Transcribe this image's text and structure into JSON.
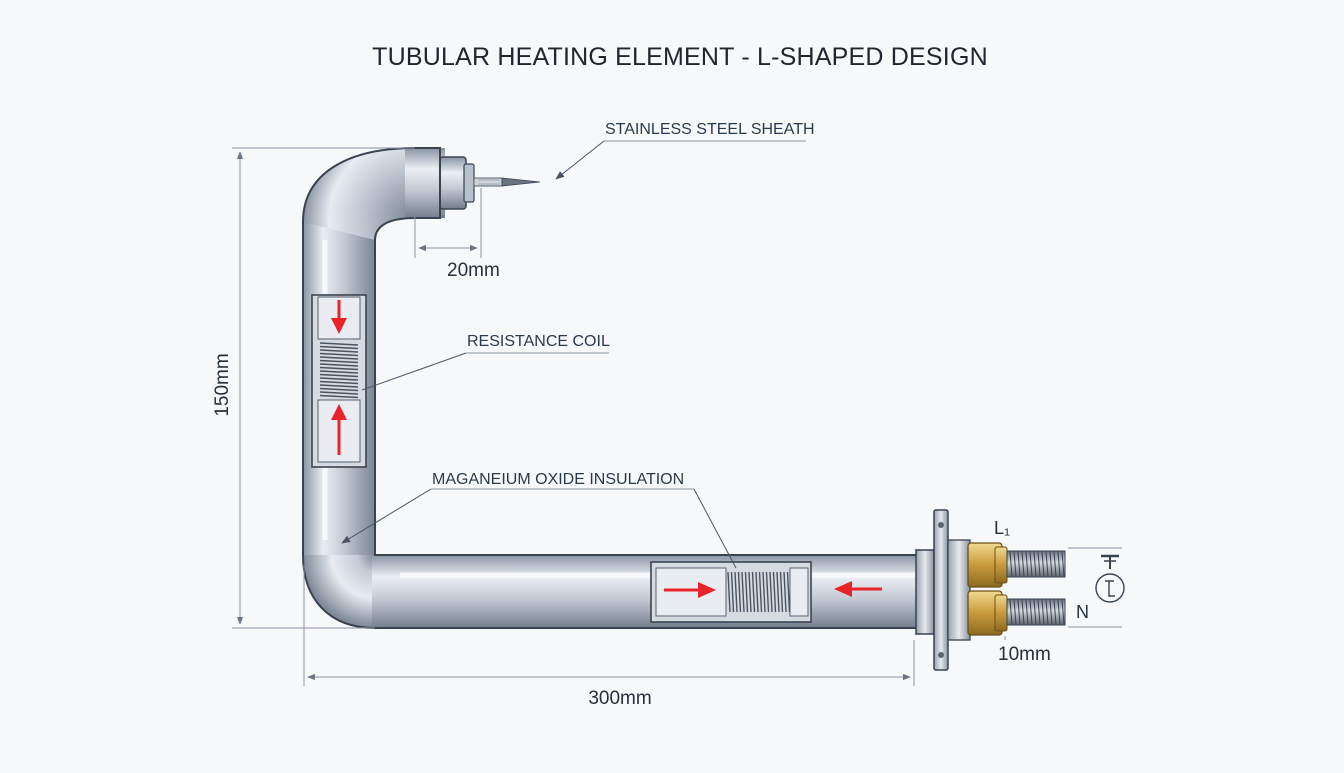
{
  "title": "TUBULAR HEATING ELEMENT - L-SHAPED DESIGN",
  "callouts": {
    "sheath": "STAINLESS STEEL SHEATH",
    "coil": "RESISTANCE COIL",
    "insulation": "MAGANEIUM OXIDE INSULATION"
  },
  "dimensions": {
    "tip_diameter": "20mm",
    "height": "150mm",
    "length": "300mm",
    "terminal_pitch": "10mm"
  },
  "terminals": {
    "live": "L₁",
    "neutral": "N"
  },
  "symbols": [
    "ground-terminal-icon",
    "thermostat-symbol-icon"
  ],
  "colors": {
    "pipe_light": "#e4e8ee",
    "pipe_dark": "#8a95a4",
    "arrow": "#e8232a",
    "brass": "#c89a3c",
    "outline": "#3a4350"
  }
}
